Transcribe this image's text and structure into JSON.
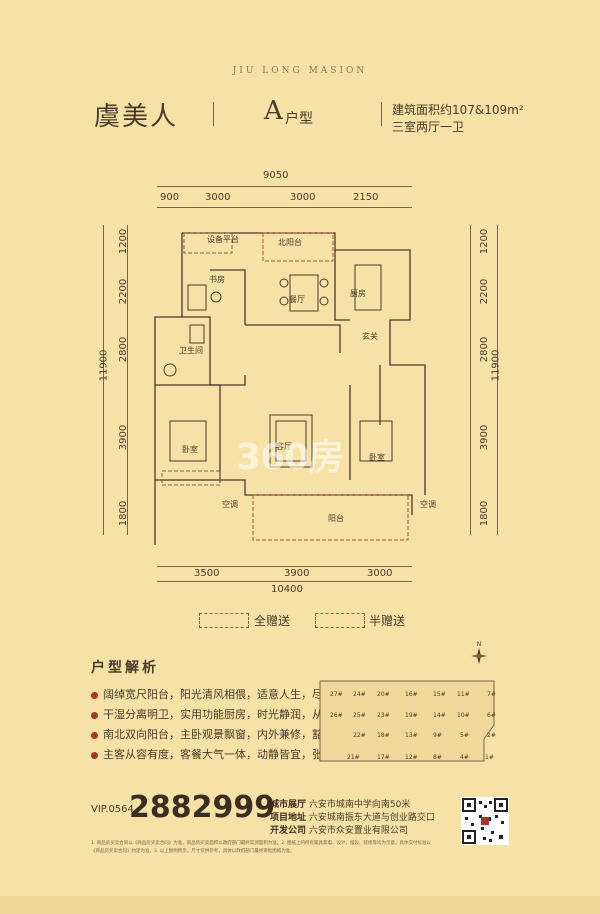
{
  "header": {
    "brand": "JIU LONG MASION",
    "project_name": "虞美人",
    "unit_letter": "A",
    "unit_word": "户型",
    "area": "建筑面积约107&109m²",
    "layout": "三室两厅一卫"
  },
  "dimensions": {
    "top_total": "9050",
    "top_segments": [
      "900",
      "3000",
      "3000",
      "2150"
    ],
    "left_segments": [
      "1200",
      "2200",
      "2800",
      "3900",
      "1800"
    ],
    "left_total": "11900",
    "right_segments": [
      "1200",
      "2200",
      "2800",
      "3900",
      "1800"
    ],
    "right_total": "11900",
    "bottom_segments": [
      "3500",
      "3900",
      "3000"
    ],
    "bottom_total": "10400"
  },
  "rooms": {
    "equipment": "设备平台",
    "north_balcony": "北阳台",
    "study": "书房",
    "dining": "餐厅",
    "kitchen": "厨房",
    "entry": "玄关",
    "bathroom": "卫生间",
    "living": "客厅",
    "master_bedroom": "卧室",
    "bedroom": "卧室",
    "balcony": "阳台",
    "ac_left": "空调",
    "ac_right": "空调"
  },
  "legend": {
    "full_gift": "全赠送",
    "half_gift": "半赠送",
    "full_color": "#7a6246",
    "half_color": "#b0503a"
  },
  "analysis": {
    "title": "户型解析",
    "points": [
      "阔绰宽尺阳台，阳光清风相偎，适意人生，尽览于此",
      "干湿分离明卫，实用功能厨房，时光静润，从容有序",
      "南北双向阳台，主卧观景飘窗，内外兼修，豁达通透",
      "主客从容有度，客餐大气一体，动静皆宜，张弛有度"
    ]
  },
  "site_plan": {
    "buildings": [
      "27#",
      "24#",
      "20#",
      "16#",
      "15#",
      "11#",
      "7#",
      "26#",
      "25#",
      "23#",
      "19#",
      "14#",
      "10#",
      "6#",
      "22#",
      "18#",
      "13#",
      "9#",
      "5#",
      "2#",
      "21#",
      "17#",
      "12#",
      "8#",
      "4#",
      "1#"
    ]
  },
  "compass": {
    "north": "N"
  },
  "contact": {
    "vip_label": "VIP.0564",
    "phone": "2882999",
    "showroom_label": "城市展厅",
    "showroom_value": "六安市城南中学向南50米",
    "address_label": "项目地址",
    "address_value": "六安城南振东大道与创业路交口",
    "developer_label": "开发公司",
    "developer_value": "六安市众安置业有限公司"
  },
  "notes": [
    "1. 商品房买卖合同以《商品房买卖合同》为准，商品房买卖面积以政府部门最终实测面积为准。2. 图纸上的所有家具家电、设计、摆设、装修等均为示意，具体交付标准以",
    "《商品房买卖合同》约定为准。3. 以上图例所示，尺寸仅供参考，具体以政府部门最终审批图纸为准。"
  ],
  "watermark": "360房"
}
